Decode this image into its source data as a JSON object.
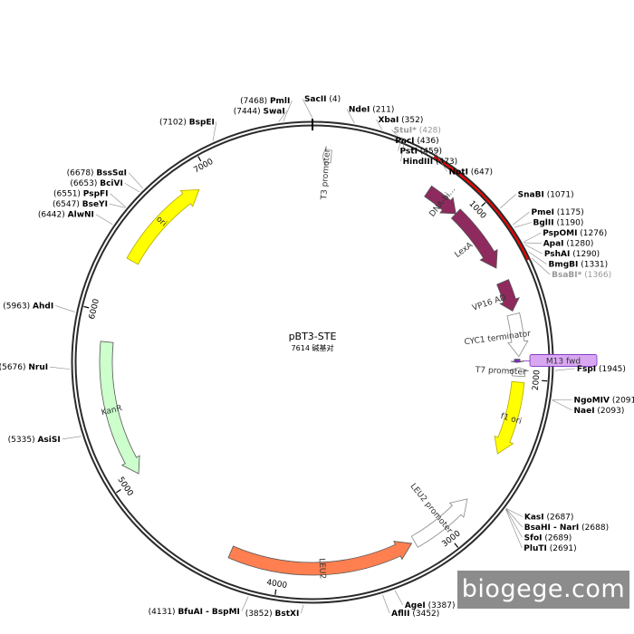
{
  "plasmid": {
    "name": "pBT3-STE",
    "size_bp": 7614,
    "size_text": "7614 碱基对"
  },
  "colors": {
    "backbone": "#2b2b2b",
    "highlight": "#ff0000",
    "lexa": "#8e2a5e",
    "ori": "#ffff00",
    "kanr": "#ccffcc",
    "leu2": "#ff7f50",
    "f1ori": "#ffff00",
    "m13": "#d9a7f2",
    "promoter": "#ffffff"
  },
  "highlight_region": {
    "start": 647,
    "end": 1366
  },
  "ticks": [
    {
      "bp": 1000,
      "label": "1000"
    },
    {
      "bp": 2000,
      "label": "2000"
    },
    {
      "bp": 3000,
      "label": "3000"
    },
    {
      "bp": 4000,
      "label": "4000"
    },
    {
      "bp": 5000,
      "label": "5000"
    },
    {
      "bp": 6000,
      "label": "6000"
    },
    {
      "bp": 7000,
      "label": "7000"
    }
  ],
  "features": [
    {
      "name": "T3 promoter",
      "type": "promoter",
      "start": 60,
      "end": 110,
      "dir": -1,
      "color": "#ffffff"
    },
    {
      "name": "DNA-bi...",
      "type": "gene",
      "start": 720,
      "end": 930,
      "dir": 1,
      "color": "#8e2a5e"
    },
    {
      "name": "LexA",
      "type": "gene",
      "start": 930,
      "end": 1330,
      "dir": 1,
      "color": "#8e2a5e"
    },
    {
      "name": "VP16 AD",
      "type": "gene",
      "start": 1420,
      "end": 1600,
      "dir": 1,
      "color": "#8e2a5e"
    },
    {
      "name": "CYC1 terminator",
      "type": "terminator",
      "start": 1620,
      "end": 1870,
      "dir": 1,
      "color": "#ffffff"
    },
    {
      "name": "M13 fwd",
      "type": "primer",
      "start": 1885,
      "end": 1905,
      "dir": 1,
      "color": "#7b2fbf"
    },
    {
      "name": "T7 promoter",
      "type": "promoter",
      "start": 1935,
      "end": 1985,
      "dir": -1,
      "color": "#ffffff"
    },
    {
      "name": "f1 ori",
      "type": "origin",
      "start": 2020,
      "end": 2460,
      "dir": 1,
      "color": "#ffff00"
    },
    {
      "name": "LEU2 promoter",
      "type": "promoter",
      "start": 2780,
      "end": 3180,
      "dir": -1,
      "color": "#ffffff"
    },
    {
      "name": "LEU2",
      "type": "gene",
      "start": 3200,
      "end": 4300,
      "dir": -1,
      "color": "#ff7f50"
    },
    {
      "name": "KanR",
      "type": "gene",
      "start": 5020,
      "end": 5830,
      "dir": -1,
      "color": "#ccffcc"
    },
    {
      "name": "ori",
      "type": "origin",
      "start": 6330,
      "end": 6910,
      "dir": 1,
      "color": "#ffff00"
    }
  ],
  "sites": [
    {
      "name": "SacII",
      "pos_text": "(4)",
      "bp": 4,
      "side": "right",
      "grey": false
    },
    {
      "name": "NdeI",
      "pos_text": "(211)",
      "bp": 211,
      "side": "right",
      "grey": false
    },
    {
      "name": "XbaI",
      "pos_text": "(352)",
      "bp": 352,
      "side": "right",
      "grey": false
    },
    {
      "name": "StuI*",
      "pos_text": "(428)",
      "bp": 428,
      "side": "right",
      "grey": true
    },
    {
      "name": "PacI",
      "pos_text": "(436)",
      "bp": 436,
      "side": "right",
      "grey": false
    },
    {
      "name": "PstI",
      "pos_text": "(459)",
      "bp": 459,
      "side": "right",
      "grey": false
    },
    {
      "name": "HindIII",
      "pos_text": "(473)",
      "bp": 473,
      "side": "right",
      "grey": false
    },
    {
      "name": "NotI",
      "pos_text": "(647)",
      "bp": 647,
      "side": "right",
      "grey": false
    },
    {
      "name": "SnaBI",
      "pos_text": "(1071)",
      "bp": 1071,
      "side": "right",
      "grey": false
    },
    {
      "name": "PmeI",
      "pos_text": "(1175)",
      "bp": 1175,
      "side": "right",
      "grey": false
    },
    {
      "name": "BglII",
      "pos_text": "(1190)",
      "bp": 1190,
      "side": "right",
      "grey": false
    },
    {
      "name": "PspOMI",
      "pos_text": "(1276)",
      "bp": 1276,
      "side": "right",
      "grey": false
    },
    {
      "name": "ApaI",
      "pos_text": "(1280)",
      "bp": 1280,
      "side": "right",
      "grey": false
    },
    {
      "name": "PshAI",
      "pos_text": "(1290)",
      "bp": 1290,
      "side": "right",
      "grey": false
    },
    {
      "name": "BmgBI",
      "pos_text": "(1331)",
      "bp": 1331,
      "side": "right",
      "grey": false
    },
    {
      "name": "BsaBI*",
      "pos_text": "(1366)",
      "bp": 1366,
      "side": "right",
      "grey": true
    },
    {
      "name": "FspI",
      "pos_text": "(1945)",
      "bp": 1945,
      "side": "right",
      "grey": false
    },
    {
      "name": "NgoMIV",
      "pos_text": "(2091)",
      "bp": 2091,
      "side": "right",
      "grey": false
    },
    {
      "name": "NaeI",
      "pos_text": "(2093)",
      "bp": 2093,
      "side": "right",
      "grey": false
    },
    {
      "name": "KasI",
      "pos_text": "(2687)",
      "bp": 2687,
      "side": "right",
      "grey": false
    },
    {
      "name": "BsaHI - NarI",
      "pos_text": "(2688)",
      "bp": 2688,
      "side": "right",
      "grey": false
    },
    {
      "name": "SfoI",
      "pos_text": "(2689)",
      "bp": 2689,
      "side": "right",
      "grey": false
    },
    {
      "name": "PluTI",
      "pos_text": "(2691)",
      "bp": 2691,
      "side": "right",
      "grey": false
    },
    {
      "name": "AgeI",
      "pos_text": "(3387)",
      "bp": 3387,
      "side": "right",
      "grey": false
    },
    {
      "name": "AflII",
      "pos_text": "(3452)",
      "bp": 3452,
      "side": "right",
      "grey": false
    },
    {
      "name": "BstXI",
      "pos_text": "(3852)",
      "bp": 3852,
      "side": "left",
      "grey": false
    },
    {
      "name": "BfuAI - BspMI",
      "pos_text": "(4131)",
      "bp": 4131,
      "side": "left",
      "grey": false
    },
    {
      "name": "AsiSI",
      "pos_text": "(5335)",
      "bp": 5335,
      "side": "left",
      "grey": false
    },
    {
      "name": "NruI",
      "pos_text": "(5676)",
      "bp": 5676,
      "side": "left",
      "grey": false
    },
    {
      "name": "AhdI",
      "pos_text": "(5963)",
      "bp": 5963,
      "side": "left",
      "grey": false
    },
    {
      "name": "AlwNI",
      "pos_text": "(6442)",
      "bp": 6442,
      "side": "left",
      "grey": false
    },
    {
      "name": "BseYI",
      "pos_text": "(6547)",
      "bp": 6547,
      "side": "left",
      "grey": false
    },
    {
      "name": "PspFI",
      "pos_text": "(6551)",
      "bp": 6551,
      "side": "left",
      "grey": false
    },
    {
      "name": "BciVI",
      "pos_text": "(6653)",
      "bp": 6653,
      "side": "left",
      "grey": false
    },
    {
      "name": "BssSαI",
      "pos_text": "(6678)",
      "bp": 6678,
      "side": "left",
      "grey": false
    },
    {
      "name": "BspEI",
      "pos_text": "(7102)",
      "bp": 7102,
      "side": "left",
      "grey": false
    },
    {
      "name": "SwaI",
      "pos_text": "(7444)",
      "bp": 7444,
      "side": "left",
      "grey": false
    },
    {
      "name": "PmlI",
      "pos_text": "(7468)",
      "bp": 7468,
      "side": "left",
      "grey": false
    }
  ],
  "watermark": "biogege.com"
}
